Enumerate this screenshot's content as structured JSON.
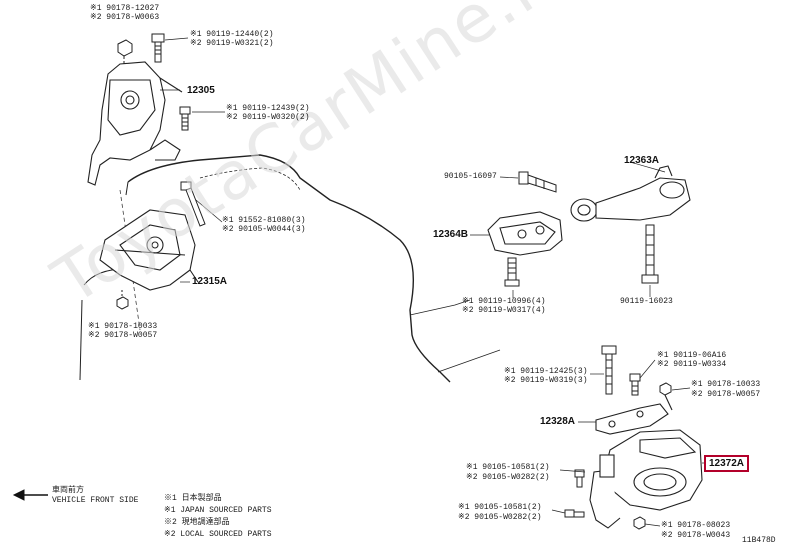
{
  "watermark": "ToyotaCarMine.ru",
  "parts": {
    "p12305": "12305",
    "p12315A": "12315A",
    "p12363A": "12363A",
    "p12364B": "12364B",
    "p12328A": "12328A",
    "p12372A": "12372A"
  },
  "labels": {
    "nut_top_1": "※1 90178-12027",
    "nut_top_2": "※2 90178-W0063",
    "bolt_top_1": "※1 90119-12440(2)",
    "bolt_top_2": "※2 90119-W0321(2)",
    "bolt_mid_1": "※1 90119-12439(2)",
    "bolt_mid_2": "※2 90119-W0320(2)",
    "bolt_left_1": "※1 91552-81080(3)",
    "bolt_left_2": "※2 90105-W0044(3)",
    "nut_left_1": "※1 90178-10033",
    "nut_left_2": "※2 90178-W0057",
    "bolt_16097": "90105-16097",
    "bolt_right_1": "※1 90119-10996(4)",
    "bolt_right_2": "※2 90119-W0317(4)",
    "bolt_16023": "90119-16023",
    "bolt_br_a1": "※1 90119-12425(3)",
    "bolt_br_a2": "※2 90119-W0319(3)",
    "bolt_br_b1": "※1 90119-06A16",
    "bolt_br_b2": "※2 90119-W0334",
    "nut_br_1": "※1 90178-10033",
    "nut_br_2": "※2 90178-W0057",
    "bolt_br_c1": "※1 90105-10581(2)",
    "bolt_br_c2": "※2 90105-W0282(2)",
    "bolt_br_d1": "※1 90105-10581(2)",
    "bolt_br_d2": "※2 90105-W0282(2)",
    "nut_bottom_1": "※1 90178-08023",
    "nut_bottom_2": "※2 90178-W0043"
  },
  "legend": {
    "front_jp": "車両前方",
    "front_en": "VEHICLE FRONT SIDE",
    "l1_jp": "※1 日本製部品",
    "l1_en": "※1 JAPAN SOURCED PARTS",
    "l2_jp": "※2 現地調達部品",
    "l2_en": "※2 LOCAL SOURCED PARTS"
  },
  "diagram_id": "11B478D",
  "colors": {
    "highlight": "#b3002a",
    "ink": "#1a1a1a",
    "watermark": "#d9d9d9"
  }
}
